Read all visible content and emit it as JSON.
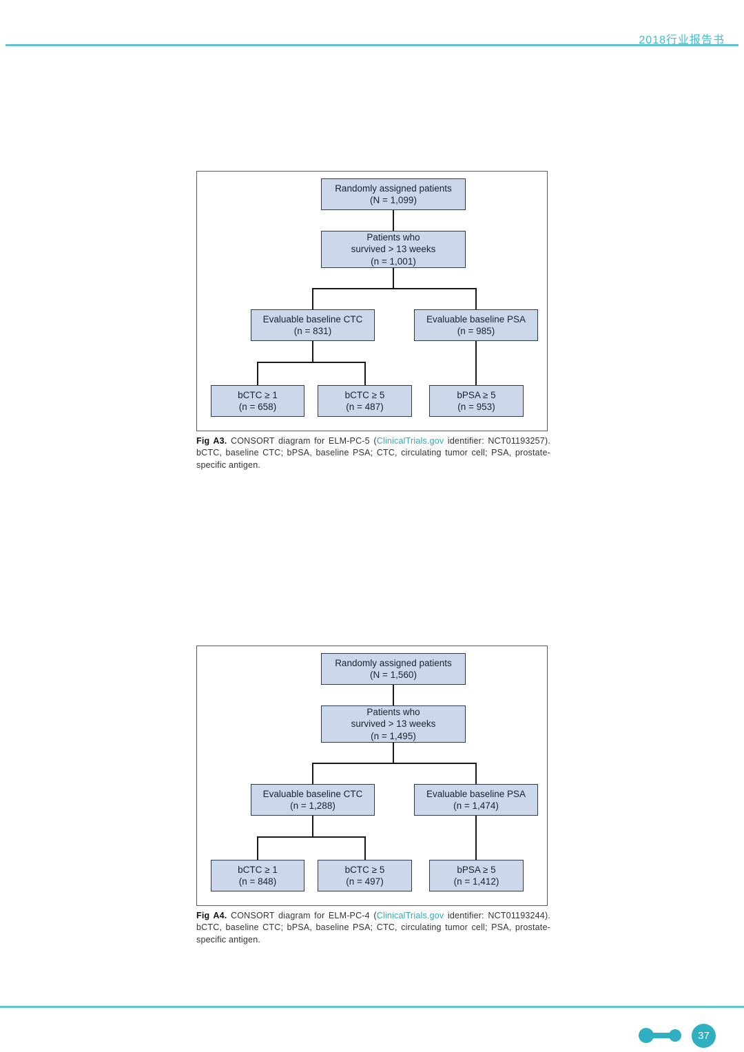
{
  "header": {
    "title": "2018行业报告书"
  },
  "footer": {
    "page_number": "37"
  },
  "colors": {
    "accent_teal": "#45bac9",
    "box_fill": "#ccd7e9",
    "link_teal": "#2fa8bc"
  },
  "figures": [
    {
      "name": "Fig A3",
      "boxes": {
        "randomized": {
          "line1": "Randomly assigned patients",
          "line2": "(N = 1,099)"
        },
        "survived": {
          "line1": "Patients who",
          "line2": "survived > 13 weeks",
          "line3": "(n = 1,001)"
        },
        "ctc": {
          "line1": "Evaluable baseline CTC",
          "line2": "(n = 831)"
        },
        "psa": {
          "line1": "Evaluable baseline PSA",
          "line2": "(n = 985)"
        },
        "bctc1": {
          "line1": "bCTC ≥ 1",
          "line2": "(n = 658)"
        },
        "bctc5": {
          "line1": "bCTC ≥ 5",
          "line2": "(n = 487)"
        },
        "bpsa5": {
          "line1": "bPSA ≥ 5",
          "line2": "(n = 953)"
        }
      },
      "caption": {
        "label": "Fig A3.",
        "before_link": " CONSORT diagram for ELM-PC-5 (",
        "link": "ClinicalTrials.gov",
        "after_link": " identifier: NCT01193257). bCTC, baseline CTC; bPSA, baseline PSA; CTC, circulating tumor cell; PSA, prostate-specific antigen."
      }
    },
    {
      "name": "Fig A4",
      "boxes": {
        "randomized": {
          "line1": "Randomly assigned patients",
          "line2": "(N = 1,560)"
        },
        "survived": {
          "line1": "Patients who",
          "line2": "survived > 13 weeks",
          "line3": "(n = 1,495)"
        },
        "ctc": {
          "line1": "Evaluable baseline CTC",
          "line2": "(n = 1,288)"
        },
        "psa": {
          "line1": "Evaluable baseline PSA",
          "line2": "(n = 1,474)"
        },
        "bctc1": {
          "line1": "bCTC ≥ 1",
          "line2": "(n = 848)"
        },
        "bctc5": {
          "line1": "bCTC ≥ 5",
          "line2": "(n = 497)"
        },
        "bpsa5": {
          "line1": "bPSA ≥ 5",
          "line2": "(n = 1,412)"
        }
      },
      "caption": {
        "label": "Fig A4.",
        "before_link": " CONSORT diagram for ELM-PC-4 (",
        "link": "ClinicalTrials.gov",
        "after_link": " identifier: NCT01193244). bCTC, baseline CTC; bPSA, baseline PSA; CTC, circulating tumor cell; PSA, prostate-specific antigen."
      }
    }
  ]
}
